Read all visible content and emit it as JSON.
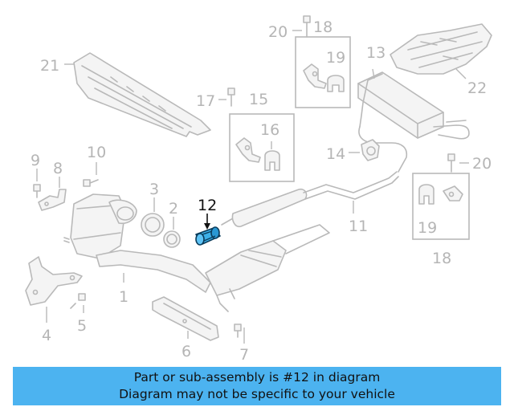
{
  "diagram": {
    "highlight_color": "#3cb0e8",
    "callouts": [
      {
        "id": "c20a",
        "text": "20"
      },
      {
        "id": "c18a",
        "text": "18"
      },
      {
        "id": "c21",
        "text": "21"
      },
      {
        "id": "c19a",
        "text": "19"
      },
      {
        "id": "c13",
        "text": "13"
      },
      {
        "id": "c22",
        "text": "22"
      },
      {
        "id": "c17",
        "text": "17"
      },
      {
        "id": "c15",
        "text": "15"
      },
      {
        "id": "c16",
        "text": "16"
      },
      {
        "id": "c9",
        "text": "9"
      },
      {
        "id": "c8",
        "text": "8"
      },
      {
        "id": "c10",
        "text": "10"
      },
      {
        "id": "c14",
        "text": "14"
      },
      {
        "id": "c20b",
        "text": "20"
      },
      {
        "id": "c3",
        "text": "3"
      },
      {
        "id": "c2",
        "text": "2"
      },
      {
        "id": "c12",
        "text": "12"
      },
      {
        "id": "c11",
        "text": "11"
      },
      {
        "id": "c19b",
        "text": "19"
      },
      {
        "id": "c18b",
        "text": "18"
      },
      {
        "id": "c1",
        "text": "1"
      },
      {
        "id": "c5",
        "text": "5"
      },
      {
        "id": "c4",
        "text": "4"
      },
      {
        "id": "c6",
        "text": "6"
      },
      {
        "id": "c7",
        "text": "7"
      }
    ]
  },
  "banner": {
    "line1": "Part or sub-assembly is #12 in diagram",
    "line2": "Diagram may not be specific to your vehicle",
    "background": "#4cb3f0"
  }
}
